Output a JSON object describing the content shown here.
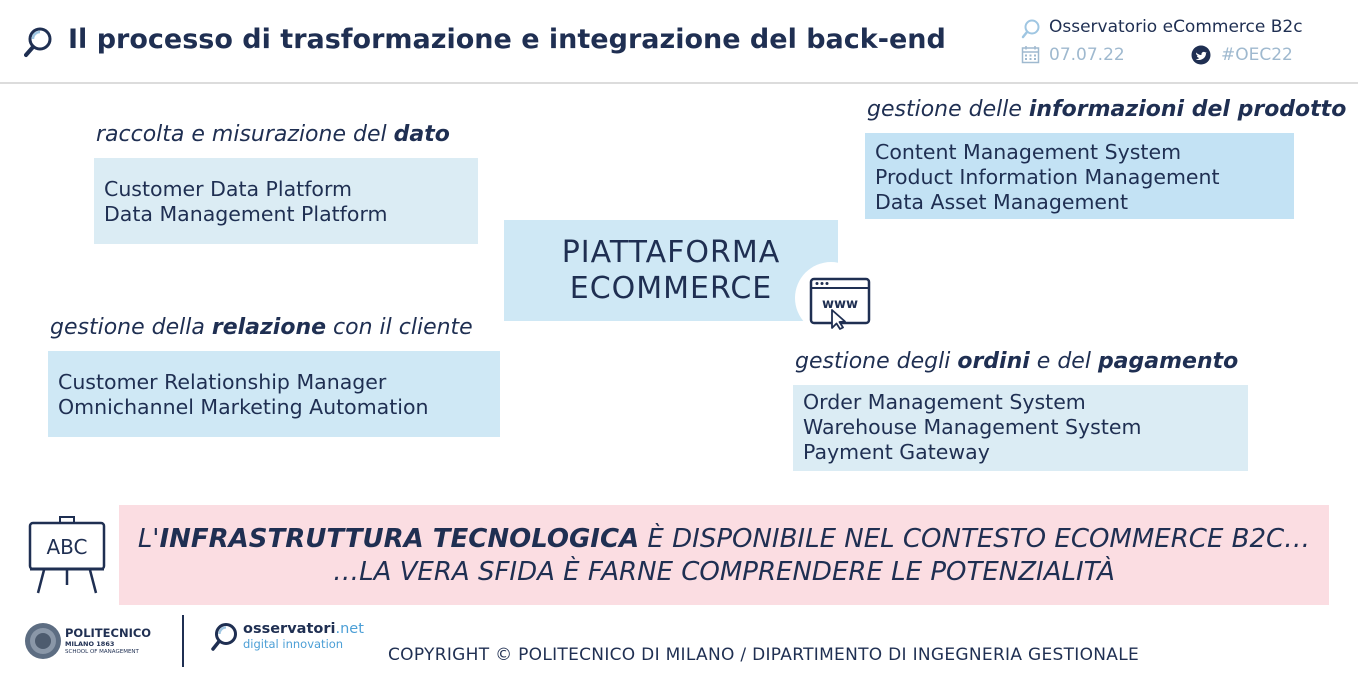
{
  "header": {
    "title": "Il processo di trasformazione e integrazione del back-end",
    "observatory": "Osservatorio eCommerce B2c",
    "date": "07.07.22",
    "hashtag": "#OEC22"
  },
  "center": {
    "line1": "PIATTAFORMA",
    "line2": "ECOMMERCE",
    "icon_text": "www"
  },
  "blocks": {
    "data": {
      "title_pre": "raccolta e misurazione del ",
      "title_bold": "dato",
      "items": [
        "Customer Data Platform",
        "Data Management Platform"
      ]
    },
    "product": {
      "title_pre": "gestione delle ",
      "title_bold": "informazioni del prodotto",
      "items": [
        "Content Management System",
        "Product Information Management",
        "Data Asset Management"
      ]
    },
    "relation": {
      "title_pre": "gestione della ",
      "title_bold": "relazione",
      "title_post": " con il cliente",
      "items": [
        "Customer Relationship Manager",
        "Omnichannel Marketing Automation"
      ]
    },
    "orders": {
      "title_pre": "gestione degli ",
      "title_bold": "ordini",
      "title_mid": " e del ",
      "title_bold2": "pagamento",
      "items": [
        "Order Management System",
        "Warehouse Management System",
        "Payment Gateway"
      ]
    }
  },
  "banner": {
    "line1_pre": "L'",
    "line1_bold": "INFRASTRUTTURA TECNOLOGICA",
    "line1_post": " È DISPONIBILE NEL CONTESTO ECOMMERCE B2C…",
    "line2": "…LA VERA SFIDA È FARNE COMPRENDERE LE POTENZIALITÀ",
    "board_text": "ABC"
  },
  "footer": {
    "polimi_name": "POLITECNICO",
    "polimi_sub1": "MILANO 1863",
    "polimi_sub2": "SCHOOL OF MANAGEMENT",
    "osservatori_main": "osservatori",
    "osservatori_net": ".net",
    "osservatori_sub": "digital innovation",
    "copyright": "COPYRIGHT © POLITECNICO DI MILANO / DIPARTIMENTO DI INGEGNERIA GESTIONALE"
  },
  "colors": {
    "navy": "#1f2f52",
    "box_light": "#dbecf4",
    "box_blue": "#c3e2f4",
    "center": "#cfe8f5",
    "banner": "#fbdde2",
    "muted": "#9fb9cf"
  }
}
